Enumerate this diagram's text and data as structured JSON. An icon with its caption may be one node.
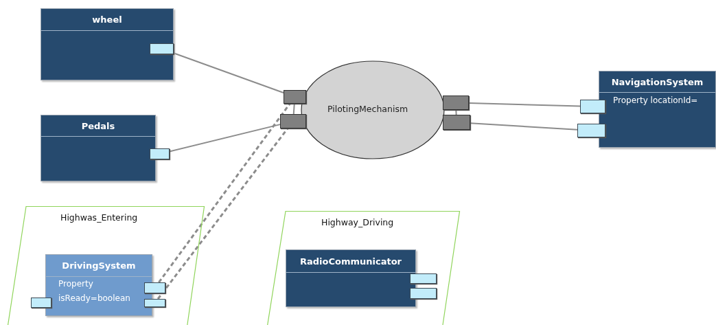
{
  "diagram": {
    "nodes": [
      {
        "text": [
          "wheel"
        ]
      },
      {
        "text": [
          "Pedals"
        ]
      },
      {
        "text": [
          "PilotingMechanism"
        ]
      },
      {
        "text": [
          "NavigationSystem",
          "Property locationId="
        ]
      },
      {
        "text": [
          "Highwas_Entering"
        ]
      },
      {
        "text": [
          "DrivingSystem",
          "Property isReady=boolean"
        ],
        "in": 4
      },
      {
        "text": [
          "Highway_Driving"
        ]
      },
      {
        "text": [
          "RadioCommunicator"
        ],
        "in": 6
      },
      {
        "text": [],
        "shape": "box",
        "in": 0
      },
      {
        "text": [],
        "shape": "box"
      },
      {
        "text": [],
        "shape": "box"
      },
      {
        "text": [],
        "shape": "box"
      },
      {
        "text": [],
        "shape": "box"
      },
      {
        "text": [],
        "shape": "box"
      },
      {
        "text": [],
        "shape": "box"
      },
      {
        "text": [],
        "shape": "box"
      },
      {
        "text": [],
        "shape": "box",
        "in": 4
      },
      {
        "text": [],
        "shape": "box",
        "in": 4
      },
      {
        "text": [],
        "shape": "box",
        "in": 4
      },
      {
        "text": [],
        "shape": "box",
        "in": 6
      },
      {
        "text": [],
        "shape": "box",
        "in": 6
      }
    ],
    "edges": [
      {
        "from": 8,
        "to": 10,
        "arrow": "none"
      },
      {
        "from": 9,
        "to": 11,
        "arrow": "none"
      },
      {
        "from": 10,
        "to": 11,
        "arrow": "none"
      },
      {
        "from": 12,
        "to": 13,
        "arrow": "none"
      },
      {
        "from": 12,
        "to": 14,
        "arrow": "none"
      },
      {
        "from": 13,
        "to": 15,
        "arrow": "none"
      },
      {
        "from": 17,
        "to": 10,
        "arrow": "none",
        "style": "dashed"
      },
      {
        "from": 18,
        "to": 11,
        "arrow": "none",
        "style": "dashed"
      }
    ]
  }
}
